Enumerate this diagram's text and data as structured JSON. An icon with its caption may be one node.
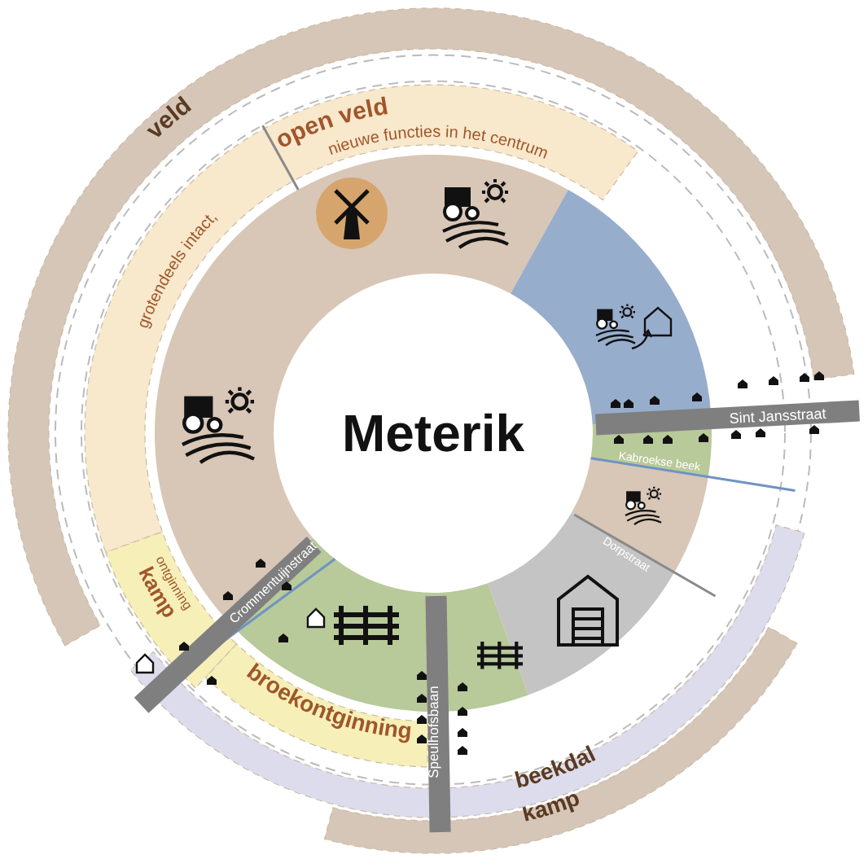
{
  "diagram": {
    "nodes": [
      {
        "text": [
          "Meterik"
        ]
      },
      {
        "text": [
          "veld"
        ]
      },
      {
        "text": [
          "kamp"
        ]
      },
      {
        "text": [
          "beekdal"
        ]
      },
      {
        "text": [
          "open veld",
          "grotendeels intact,",
          "nieuwe functies in het centrum"
        ]
      },
      {
        "text": [
          "kamp",
          "ontginning"
        ]
      },
      {
        "text": [
          "broekontginning"
        ]
      },
      {
        "text": [
          "Sint Jansstraat"
        ]
      },
      {
        "text": [
          "Crommentuijnstraat"
        ]
      },
      {
        "text": [
          "Speulhofsbaan"
        ]
      }
    ],
    "labels": [
      "Kabroekse beek",
      "Dorpstraat"
    ]
  }
}
